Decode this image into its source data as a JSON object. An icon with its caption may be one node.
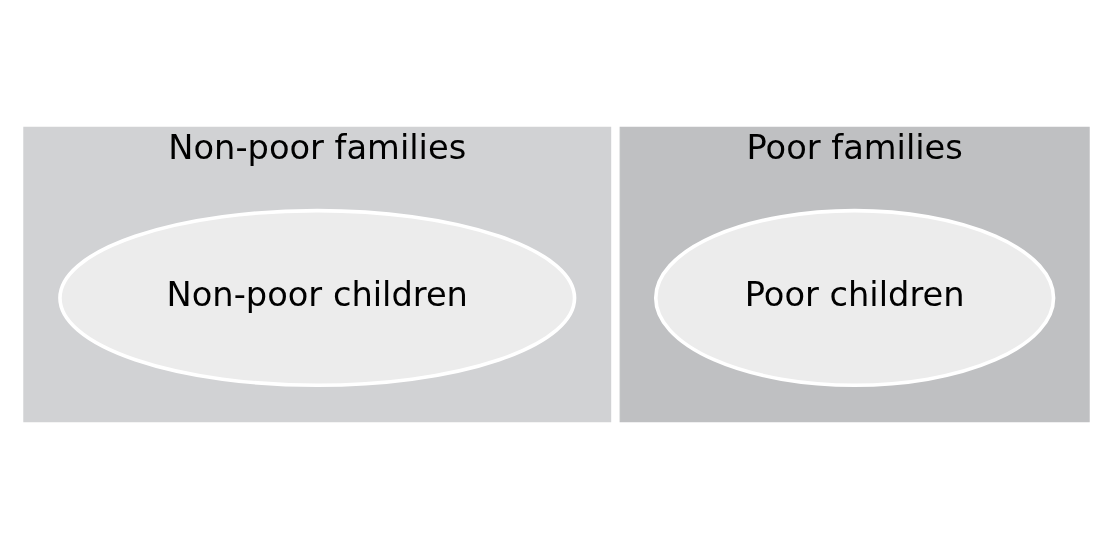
{
  "diagram": {
    "nodes": [
      {
        "text": [
          "Non-poor families"
        ]
      },
      {
        "text": [
          "Non-poor children"
        ],
        "in": 0
      },
      {
        "text": [
          "Poor families"
        ]
      },
      {
        "text": [
          "Poor children"
        ],
        "in": 2
      }
    ]
  }
}
